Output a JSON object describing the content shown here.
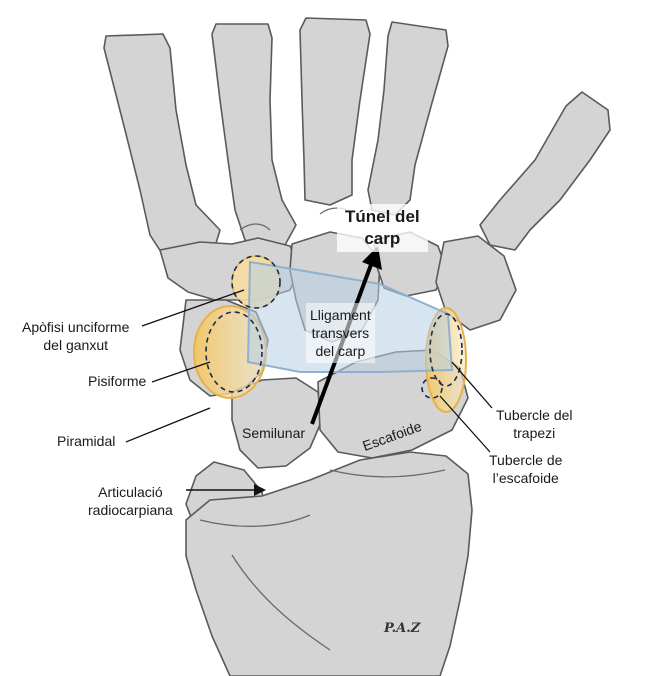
{
  "labels": {
    "tunnel_line1": "Túnel del",
    "tunnel_line2": "carp",
    "ligament_line1": "Lligament",
    "ligament_line2": "transvers",
    "ligament_line3": "del carp",
    "hamulus_line1": "Apòfisi unciforme",
    "hamulus_line2": "del ganxut",
    "pisiform": "Pisiforme",
    "triquetrum": "Piramidal",
    "lunate": "Semilunar",
    "scaphoid": "Escafoide",
    "trapezium_tubercle_line1": "Tubercle del",
    "trapezium_tubercle_line2": "trapezi",
    "scaphoid_tubercle_line1": "Tubercle de",
    "scaphoid_tubercle_line2": "l’escafoide",
    "radiocarpal_line1": "Articulació",
    "radiocarpal_line2": "radiocarpiana"
  },
  "signature": "P.A.Z",
  "colors": {
    "bone_fill": "#d4d4d4",
    "bone_outline": "#5a5a5a",
    "highlight_yellow": "#f1c768",
    "ligament_blue": "#b7cfe6",
    "dashed_outline": "#1e2a4a",
    "leader_line": "#111111"
  }
}
